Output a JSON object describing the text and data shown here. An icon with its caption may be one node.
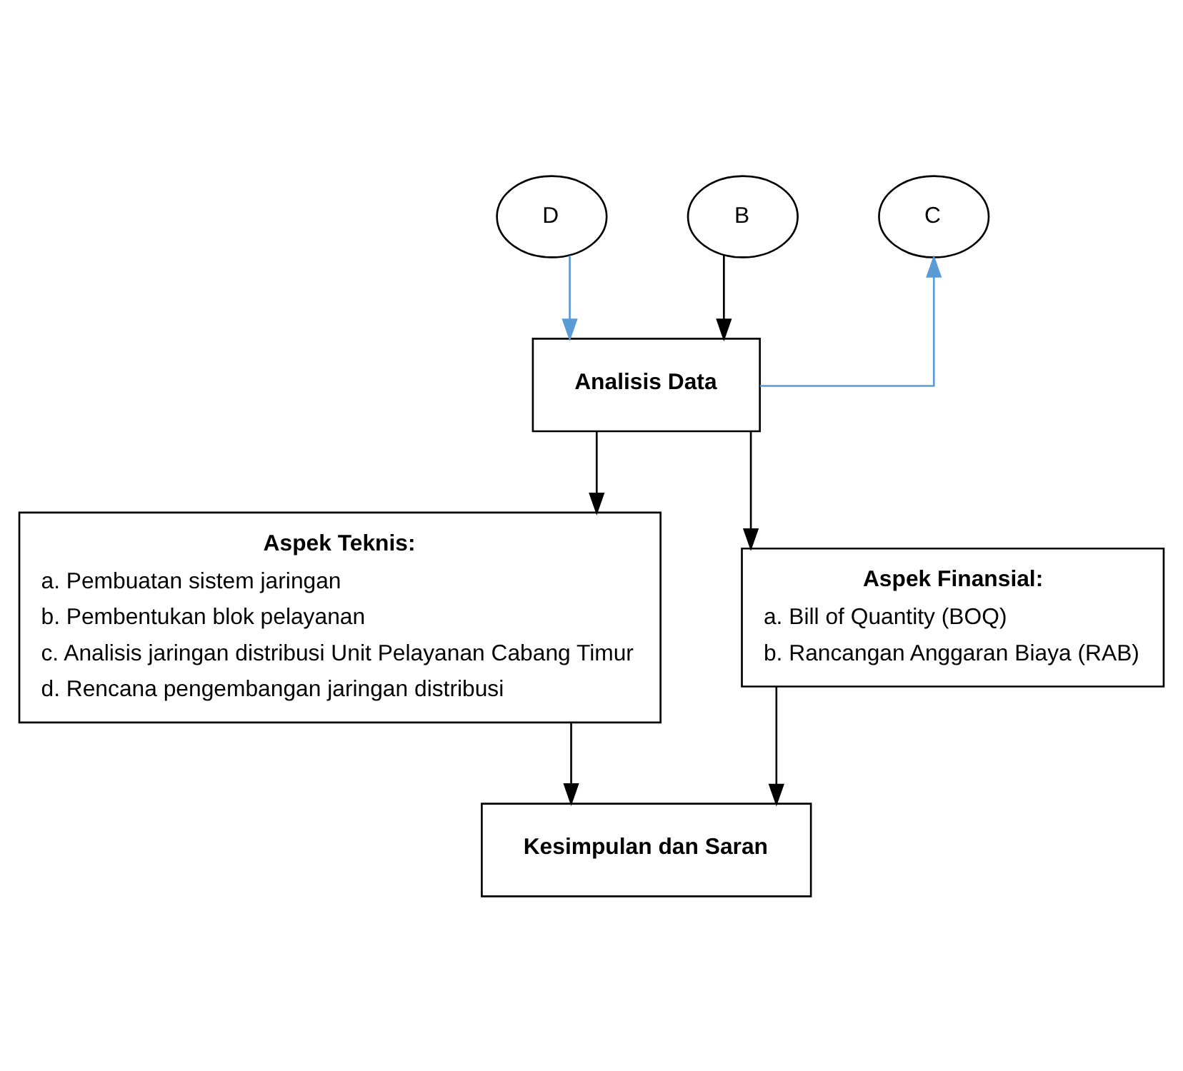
{
  "diagram": {
    "nodes": [
      {
        "text": [
          "D"
        ]
      },
      {
        "text": [
          "B"
        ]
      },
      {
        "text": [
          "C"
        ]
      },
      {
        "text": [
          "Analisis Data"
        ]
      },
      {
        "text": [
          "Aspek Teknis:",
          "a. Pembuatan sistem jaringan",
          "b. Pembentukan blok pelayanan",
          "c. Analisis jaringan distribusi Unit Pelayanan Cabang Timur",
          "d. Rencana pengembangan jaringan distribusi"
        ]
      },
      {
        "text": [
          "Aspek Finansial:",
          "a. Bill of Quantity (BOQ)",
          "b. Rancangan Anggaran Biaya (RAB)"
        ]
      },
      {
        "text": [
          "Kesimpulan dan Saran"
        ]
      }
    ],
    "edges": [
      {
        "from": 0,
        "to": 3,
        "arrow": "to",
        "color": "#5b9bd5"
      },
      {
        "from": 1,
        "to": 3,
        "arrow": "to"
      },
      {
        "from": 3,
        "to": 2,
        "arrow": "to",
        "color": "#5b9bd5"
      },
      {
        "from": 3,
        "to": 4,
        "arrow": "to"
      },
      {
        "from": 3,
        "to": 5,
        "arrow": "to"
      },
      {
        "from": 4,
        "to": 6,
        "arrow": "to"
      },
      {
        "from": 5,
        "to": 6,
        "arrow": "to"
      }
    ]
  }
}
